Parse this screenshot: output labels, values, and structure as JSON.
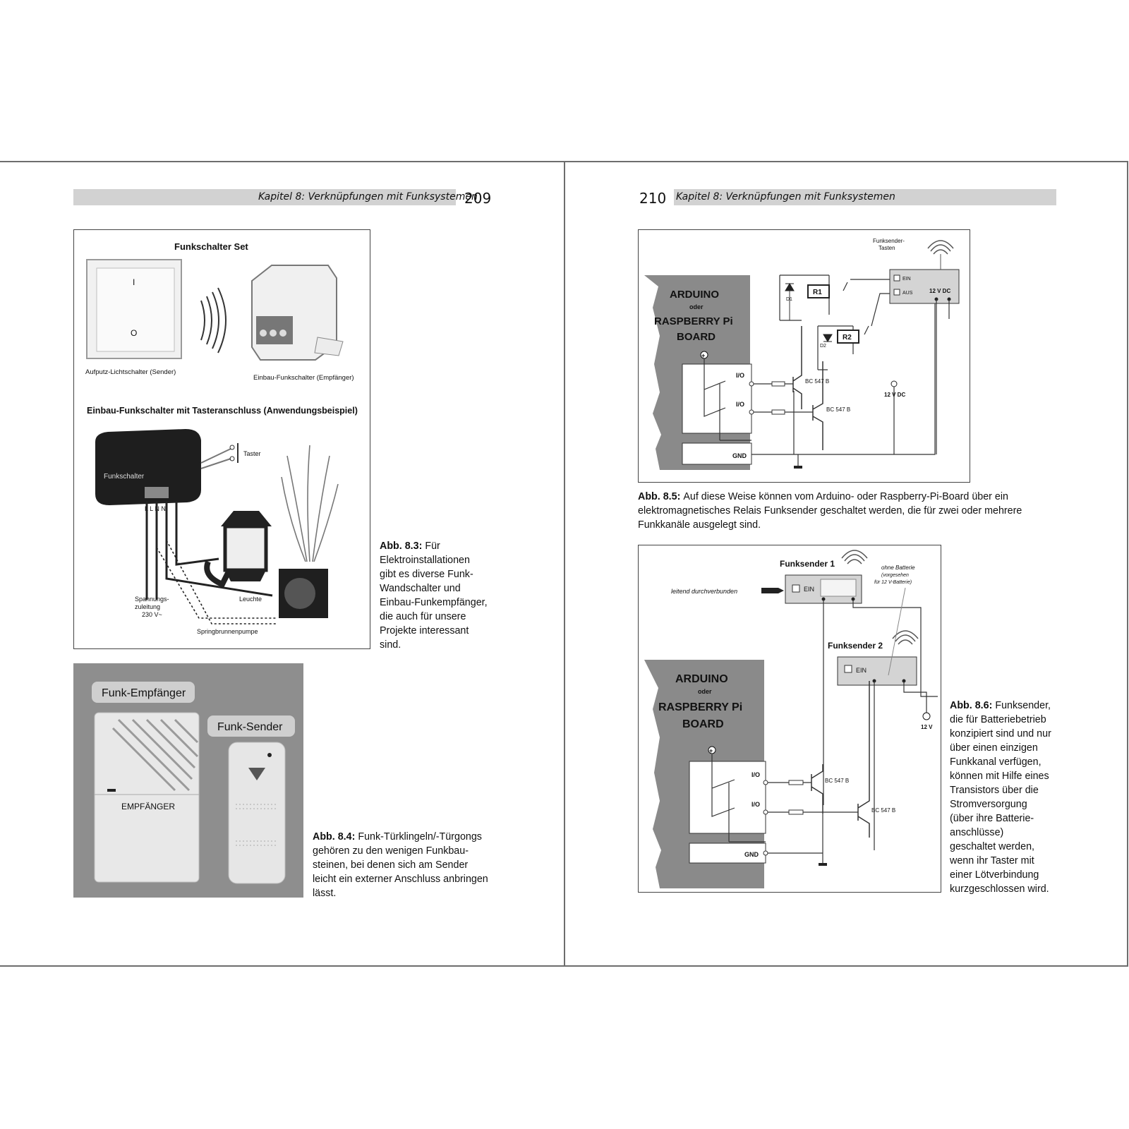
{
  "left_page": {
    "header": "Kapitel 8: Verknüpfungen mit Funksystemen",
    "page_number": "209",
    "fig_8_3": {
      "title_top": "Funkschalter Set",
      "switch_on": "I",
      "switch_off": "O",
      "label_sender": "Aufputz-Lichtschalter (Sender)",
      "label_receiver": "Einbau-Funkschalter (Empfänger)",
      "title_bottom": "Einbau-Funkschalter mit Tasteranschluss (Anwendungsbeispiel)",
      "label_funkschalter": "Funkschalter",
      "label_taster": "Taster",
      "terminals": "L L N N",
      "label_leuchte": "Leuchte",
      "label_supply_1": "Spannungs-",
      "label_supply_2": "zuleitung",
      "label_supply_3": "230 V~",
      "label_pump": "Springbrunnenpumpe",
      "caption_title": "Abb. 8.3:",
      "caption_lines": [
        "Für",
        "Elektroinstallationen",
        "gibt es diverse Funk-",
        "Wandschalter und",
        "Einbau-Funkempfänger,",
        "die auch für unsere",
        "Projekte interessant",
        "sind."
      ]
    },
    "fig_8_4": {
      "label_receiver": "Funk-Empfänger",
      "label_sender": "Funk-Sender",
      "device_text": "EMPFÄNGER",
      "caption_title": "Abb. 8.4:",
      "caption_lines": [
        "Funk-Türklingeln/-Türgongs",
        "gehören zu den wenigen Funkbau-",
        "steinen, bei denen sich am Sender",
        "leicht ein externer Anschluss anbringen",
        "lässt."
      ]
    }
  },
  "right_page": {
    "page_number": "210",
    "header": "Kapitel 8: Verknüpfungen mit Funksystemen",
    "fig_8_5": {
      "board_1": "ARDUINO",
      "board_2": "oder",
      "board_3": "RASPBERRY Pi",
      "board_4": "BOARD",
      "plus": "+",
      "io": "I/O",
      "gnd": "GND",
      "transistor": "BC 547 B",
      "d1": "D1",
      "d2": "D2",
      "r1": "R1",
      "r2": "R2",
      "sender_keys_1": "Funksender-",
      "sender_keys_2": "Tasten",
      "ein": "EIN",
      "aus": "AUS",
      "supply": "12 V DC",
      "caption_title": "Abb. 8.5:",
      "caption_lines": [
        "Auf diese Weise können vom Arduino- oder Raspberry-Pi-Board über ein",
        "elektromagnetisches Relais Funksender geschaltet werden, die für zwei oder mehrere",
        "Funkkanäle ausgelegt sind."
      ]
    },
    "fig_8_6": {
      "sender_1": "Funksender 1",
      "sender_2": "Funksender 2",
      "no_battery_1": "ohne Batterie",
      "no_battery_2": "(vorgesehen",
      "no_battery_3": "für 12 V-Batterie)",
      "bridged": "leitend durchverbunden",
      "ein": "EIN",
      "supply": "12 V",
      "board_1": "ARDUINO",
      "board_2": "oder",
      "board_3": "RASPBERRY Pi",
      "board_4": "BOARD",
      "plus": "+",
      "io": "I/O",
      "gnd": "GND",
      "transistor": "BC 547 B",
      "caption_title": "Abb. 8.6:",
      "caption_lines": [
        "Funksender,",
        "die für Batteriebetrieb",
        "konzipiert sind und nur",
        "über einen einzigen",
        "Funkkanal verfügen,",
        "können mit Hilfe eines",
        "Transistors über die",
        "Stromversorgung",
        "(über ihre Batterie-",
        "anschlüsse)",
        "geschaltet werden,",
        "wenn ihr Taster mit",
        "einer Lötverbindung",
        "kurzgeschlossen wird."
      ]
    }
  }
}
